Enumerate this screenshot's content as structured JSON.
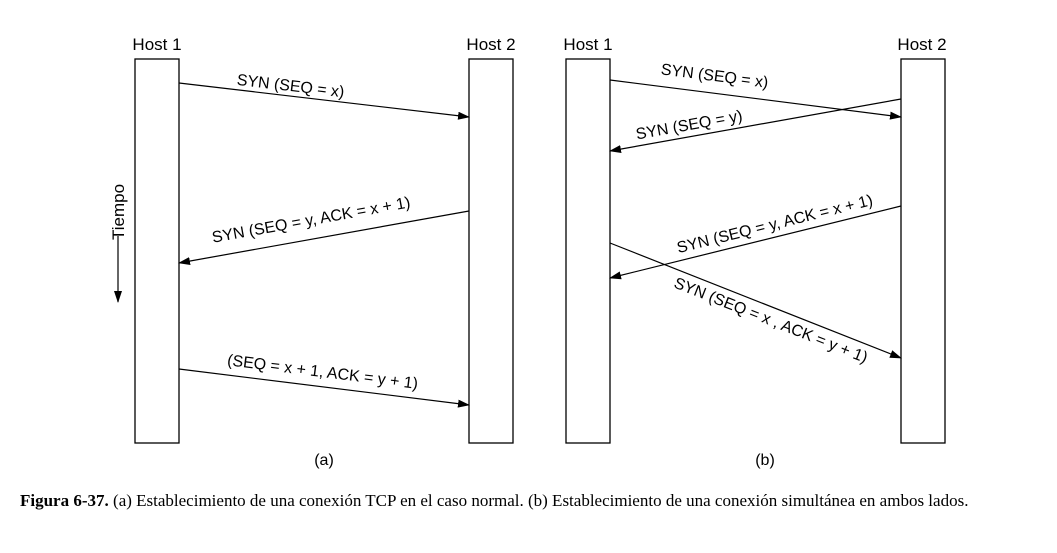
{
  "diagrams": [
    {
      "id": "a",
      "host1": "Host 1",
      "host2": "Host 2",
      "sublabel": "(a)",
      "time_label": "Tiempo",
      "messages": [
        {
          "text": "SYN (SEQ = x)",
          "direction": "host1-to-host2"
        },
        {
          "text": "SYN (SEQ = y, ACK = x + 1)",
          "direction": "host2-to-host1"
        },
        {
          "text": "(SEQ = x + 1, ACK = y + 1)",
          "direction": "host1-to-host2"
        }
      ]
    },
    {
      "id": "b",
      "host1": "Host 1",
      "host2": "Host 2",
      "sublabel": "(b)",
      "messages": [
        {
          "text": "SYN (SEQ = x)",
          "direction": "host1-to-host2"
        },
        {
          "text": "SYN (SEQ = y)",
          "direction": "host2-to-host1"
        },
        {
          "text": "SYN (SEQ = y, ACK = x + 1)",
          "direction": "host2-to-host1"
        },
        {
          "text": "SYN (SEQ = x , ACK = y + 1)",
          "direction": "host1-to-host2"
        }
      ]
    }
  ],
  "caption": {
    "figure": "Figura 6-37.",
    "text": "(a) Establecimiento de una conexión TCP en el caso normal.  (b) Establecimiento de una conexión simultánea en ambos lados."
  }
}
